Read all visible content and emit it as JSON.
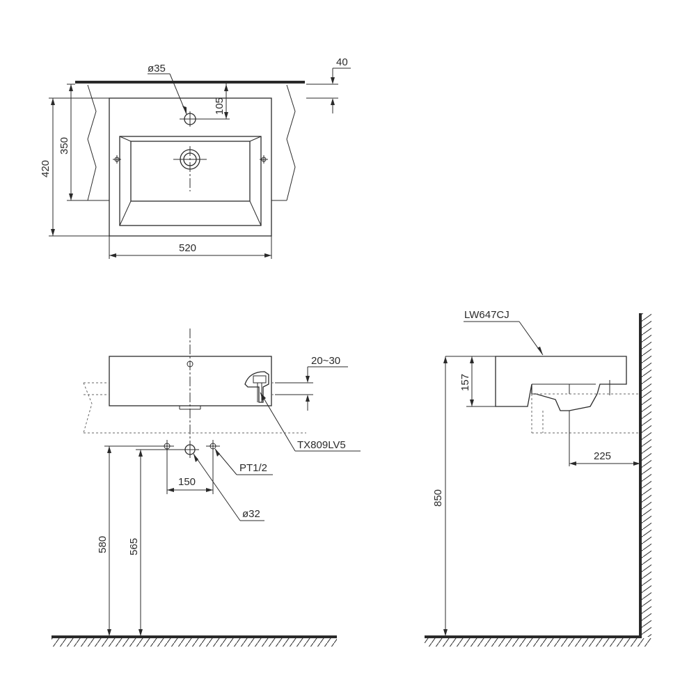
{
  "dimensions": {
    "top_view": {
      "hole_diameter": "ø35",
      "counter_thickness": "40",
      "hole_offset": "105",
      "depth_inner": "350",
      "depth_total": "420",
      "width": "520"
    },
    "front_view": {
      "counter_range": "20~30",
      "pipe_thread": "PT1/2",
      "supply_spacing": "150",
      "drain_diameter": "ø32",
      "supply_height": "580",
      "drain_height": "565"
    },
    "side_view": {
      "basin_height": "157",
      "drain_to_wall": "225",
      "counter_height": "850"
    }
  },
  "labels": {
    "basin_model": "LW647CJ",
    "faucet_model": "TX809LV5"
  }
}
